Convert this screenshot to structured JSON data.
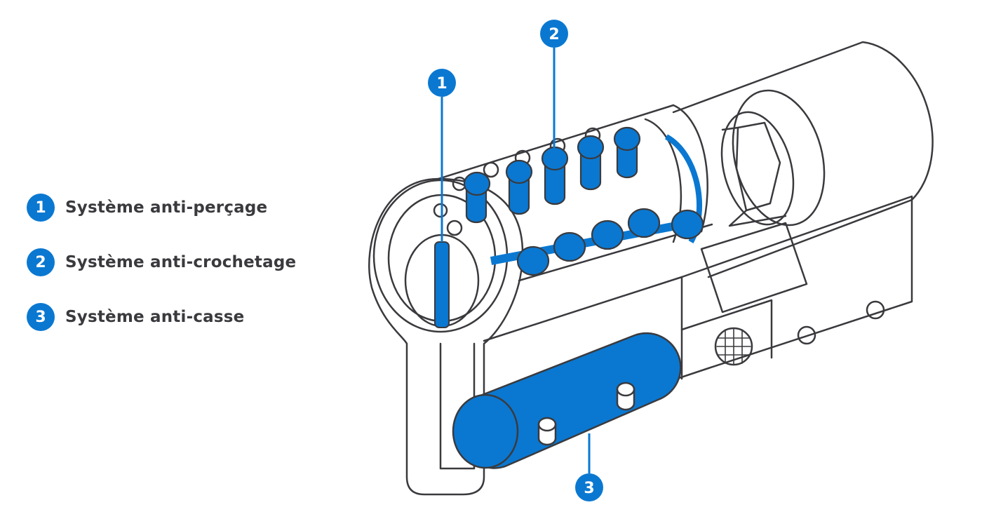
{
  "colors": {
    "accent": "#0a78d1",
    "outline": "#3a3a3e"
  },
  "legend": [
    {
      "number": "1",
      "label": "Système anti-perçage"
    },
    {
      "number": "2",
      "label": "Système anti-crochetage"
    },
    {
      "number": "3",
      "label": "Système anti-casse"
    }
  ],
  "callouts": [
    "1",
    "2",
    "3"
  ]
}
